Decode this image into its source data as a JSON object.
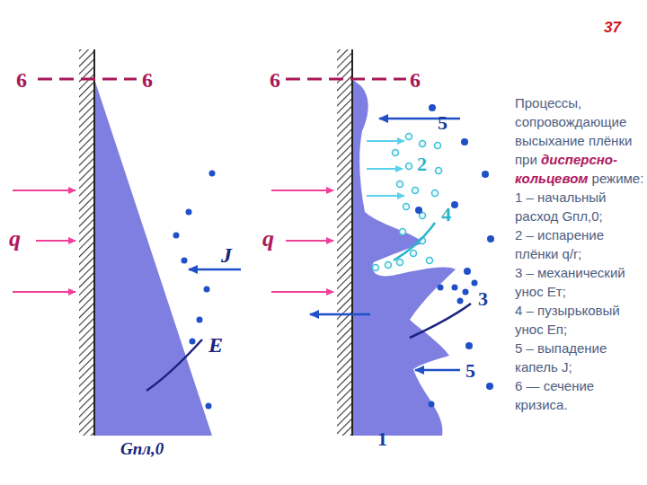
{
  "diagram": {
    "labels": [
      "37",
      "6",
      "6",
      "6",
      "6",
      "q",
      "J",
      "E",
      "Gпл,0",
      "q",
      "5",
      "2",
      "4",
      "3",
      "5",
      "1",
      "Процессы, сопровождающие высыхание плёнки при",
      "дисперсно-кольцевом",
      "режиме:",
      "1 – начальный расход Gпл,0;",
      "2 – испарение плёнки q/r;",
      "3 – механический унос Eт;",
      "4 – пузырьковый унос Eп;",
      "5 – выпадение капель J;",
      "6 — сечение кризиса."
    ]
  }
}
